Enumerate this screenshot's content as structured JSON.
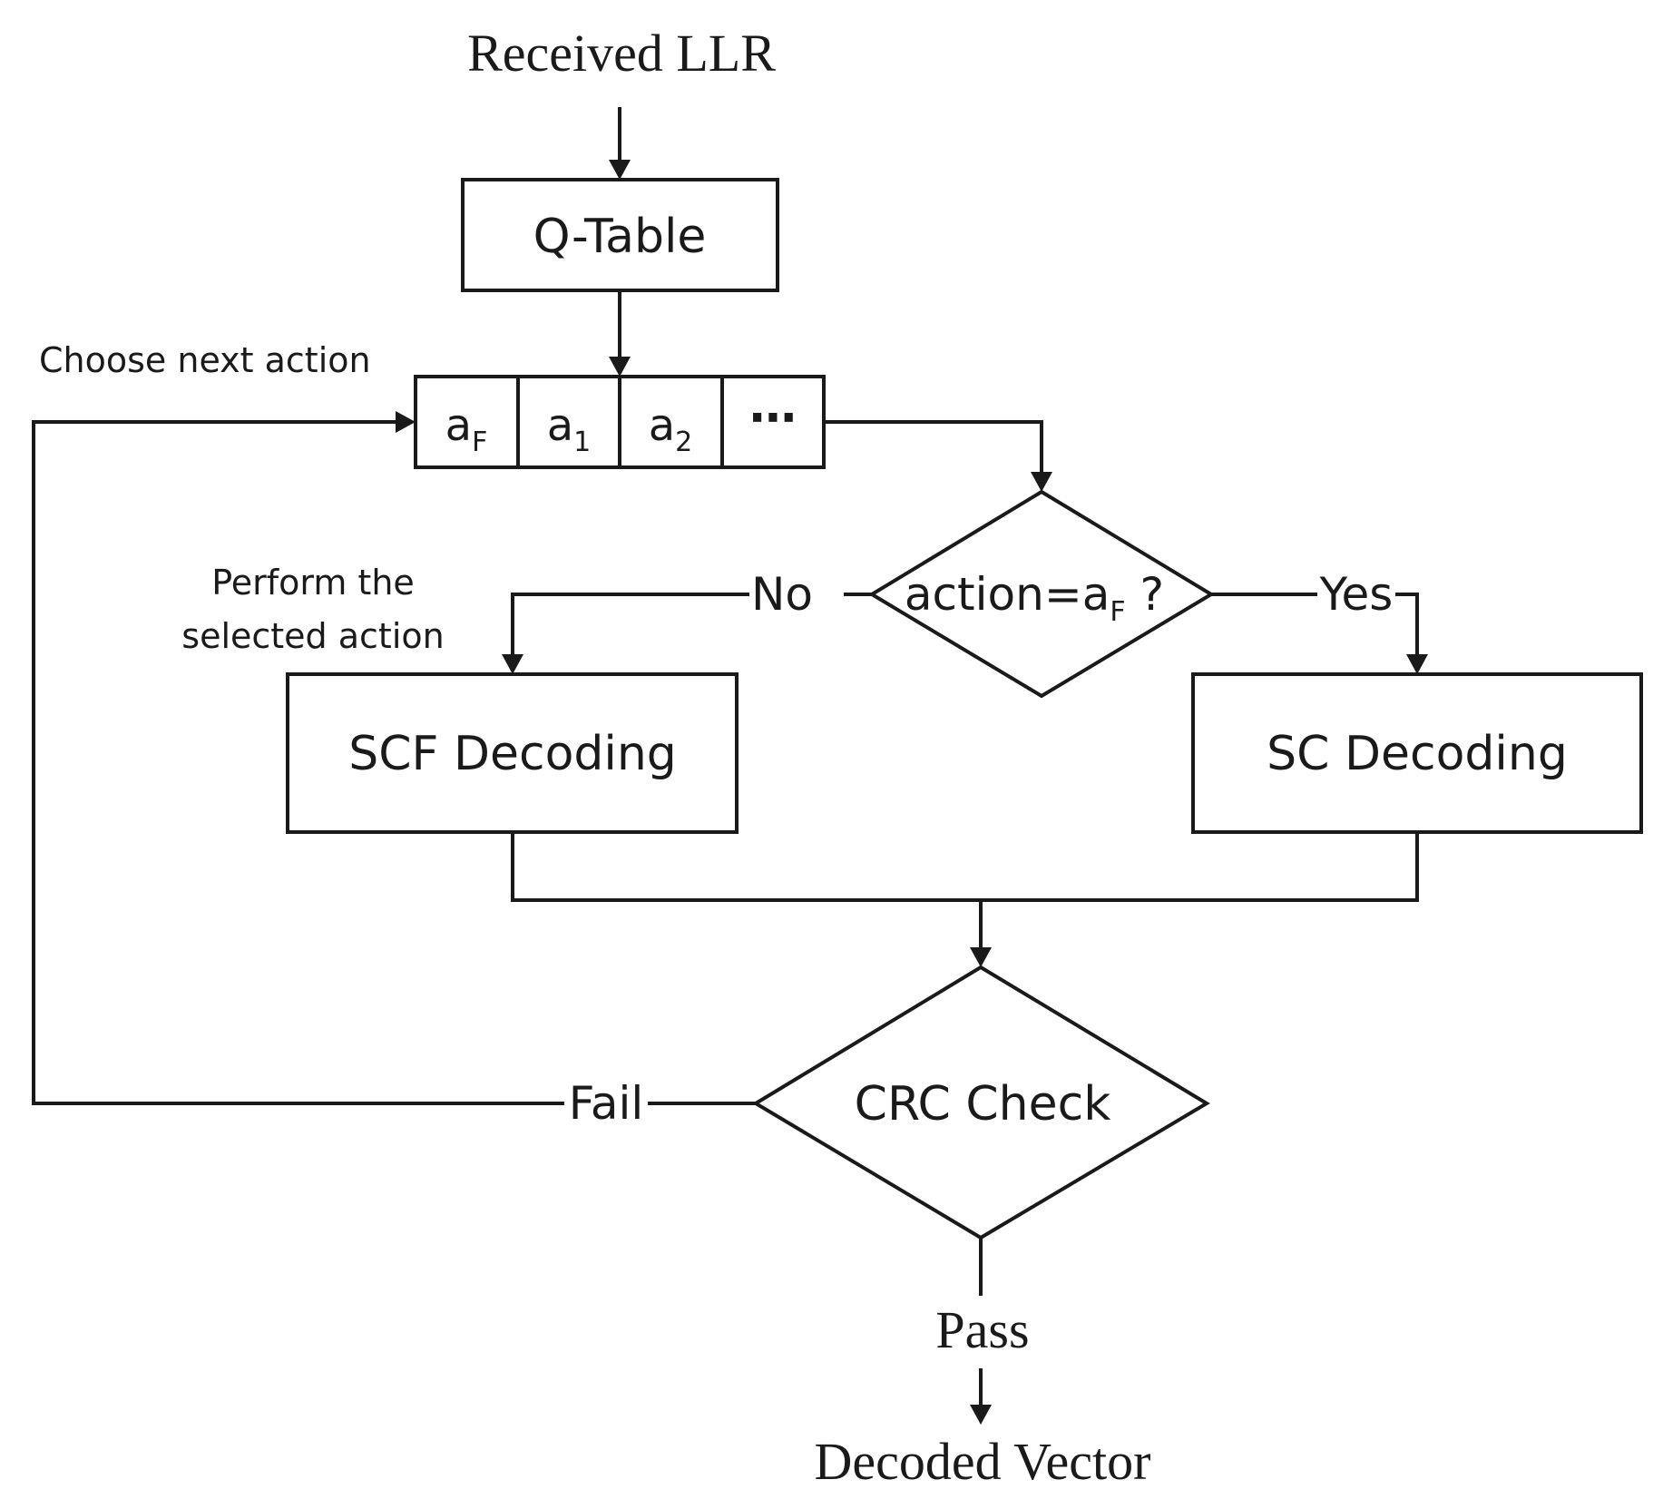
{
  "received": "Received LLR",
  "qtable": "Q-Table",
  "choose": "Choose next action",
  "actions": {
    "a_f": {
      "base": "a",
      "sub": "F"
    },
    "a_1": {
      "base": "a",
      "sub": "1"
    },
    "a_2": {
      "base": "a",
      "sub": "2"
    },
    "more": "⋯"
  },
  "decision": {
    "prefix": "action=a",
    "sub": "F",
    "suffix": " ?"
  },
  "no": "No",
  "yes": "Yes",
  "perform_line1": "Perform the",
  "perform_line2": "selected action",
  "scf": "SCF Decoding",
  "sc": "SC Decoding",
  "crc": "CRC Check",
  "fail": "Fail",
  "pass": "Pass",
  "decoded": "Decoded Vector"
}
